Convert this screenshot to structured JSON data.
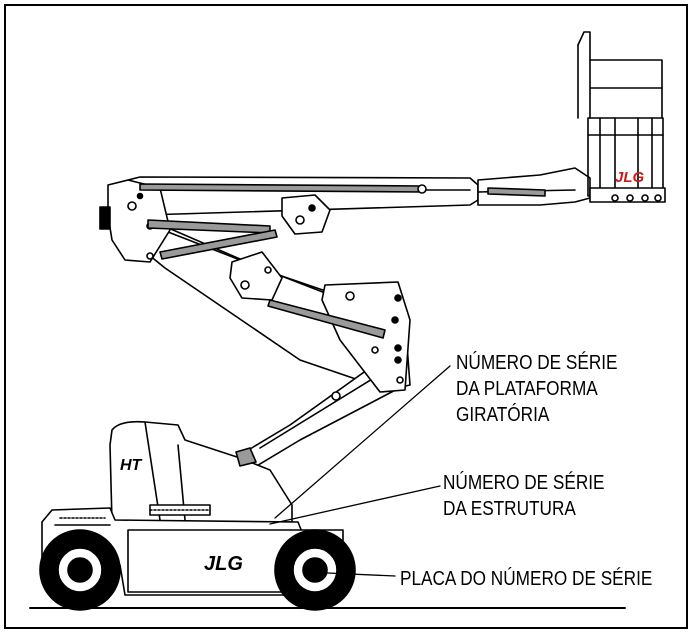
{
  "labels": {
    "turntable_serial": [
      "NÚMERO DE SÉRIE",
      "DA PLATAFORMA",
      "GIRATÓRIA"
    ],
    "frame_serial": [
      "NÚMERO DE SÉRIE",
      "DA ESTRUTURA"
    ],
    "serial_plate": "PLACA DO NÚMERO DE SÉRIE"
  },
  "logos": {
    "platform_logo": "JLG",
    "chassis_logo": "JLG",
    "cab_logo": "HT"
  },
  "colors": {
    "platform_logo": "#cc1a1a",
    "line": "#000000",
    "cylinder": "#9a9a9a",
    "body_fill": "#ffffff"
  }
}
